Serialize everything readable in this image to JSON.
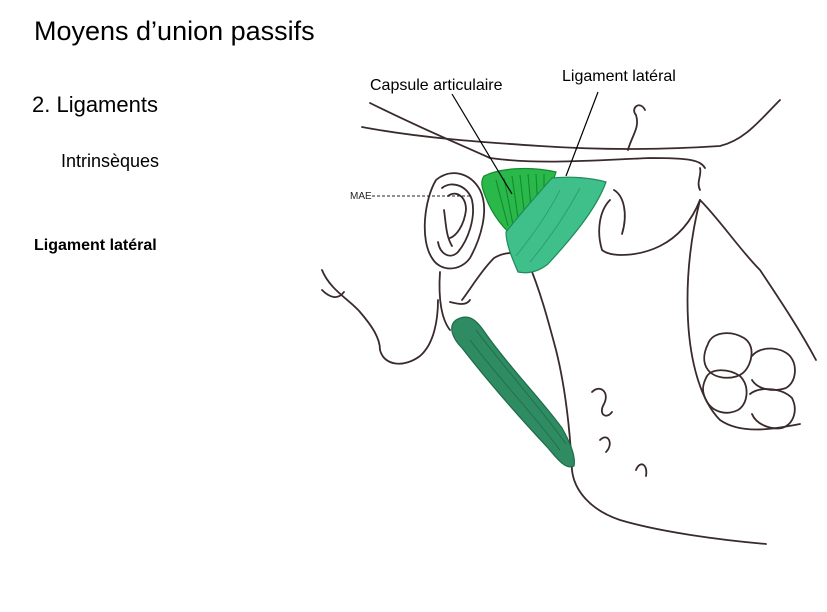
{
  "slide": {
    "title": "Moyens d’union passifs",
    "section": "2. Ligaments",
    "subsection": "Intrinsèques",
    "label": "Ligament latéral"
  },
  "figure": {
    "label_capsule": "Capsule articulaire",
    "label_ligament": "Ligament latéral",
    "label_mae": "MAE",
    "colors": {
      "capsule": "#2bb84a",
      "capsule_dark": "#138a2e",
      "ligament": "#3fbf8a",
      "muscle": "#2e8b62",
      "outline": "#3a2a2c"
    }
  }
}
